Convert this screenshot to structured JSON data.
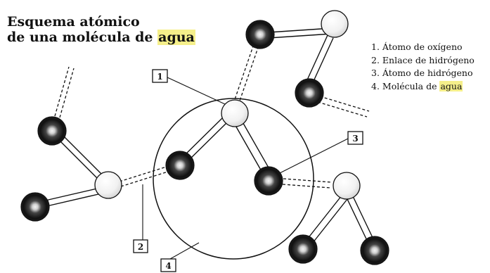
{
  "title": {
    "line1": "Esquema atómico",
    "line2_prefix": "de una molécula de ",
    "line2_highlight": "agua"
  },
  "legend": {
    "item1": "1. Átomo de oxígeno",
    "item2": "2. Enlace de hidrógeno",
    "item3": "3. Átomo de hidrógeno",
    "item4_prefix": "4. Molécula de ",
    "item4_highlight": "agua"
  },
  "callouts": {
    "c1": "1",
    "c2": "2",
    "c3": "3",
    "c4": "4"
  },
  "colors": {
    "highlight": "#f5ef8a",
    "ink": "#111111",
    "hydrogen_center": "#f4f4f4"
  }
}
